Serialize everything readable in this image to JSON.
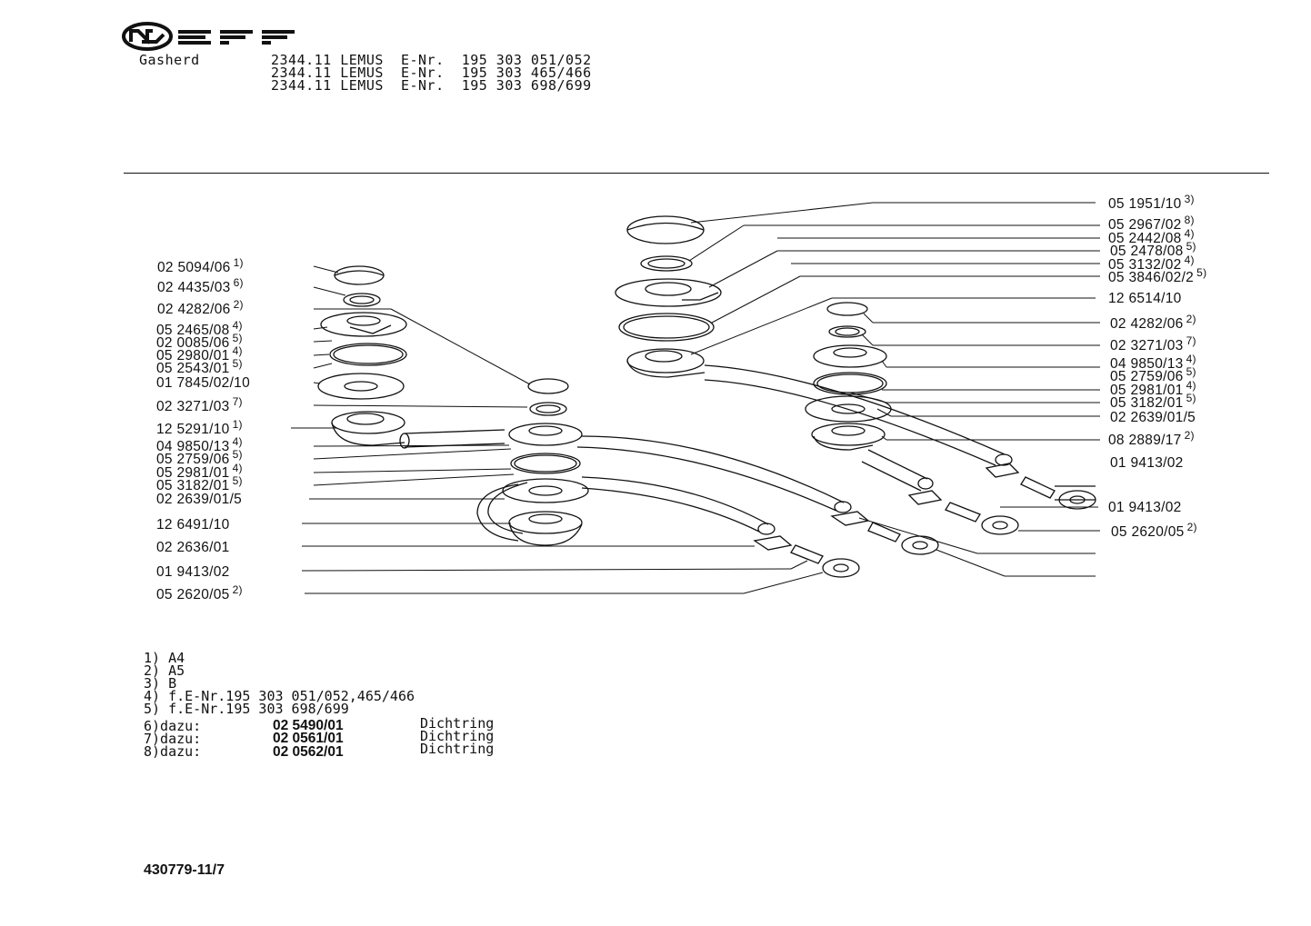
{
  "brand": "NEFF",
  "header": {
    "product_type": "Gasherd",
    "rows": [
      {
        "model": "2344.11",
        "name": "LEMUS",
        "enr_label": "E-Nr.",
        "enr": "195 303 051/052"
      },
      {
        "model": "2344.11",
        "name": "LEMUS",
        "enr_label": "E-Nr.",
        "enr": "195 303 465/466"
      },
      {
        "model": "2344.11",
        "name": "LEMUS",
        "enr_label": "E-Nr.",
        "enr": "195 303 698/699"
      }
    ]
  },
  "left_parts": [
    {
      "num": "02 5094/06",
      "note": "1)"
    },
    {
      "num": "02 4435/03",
      "note": "6)"
    },
    {
      "num": "02 4282/06",
      "note": "2)"
    },
    {
      "num": "05 2465/08",
      "note": "4)"
    },
    {
      "num": "02 0085/06",
      "note": "5)"
    },
    {
      "num": "05 2980/01",
      "note": "4)"
    },
    {
      "num": "05 2543/01",
      "note": "5)"
    },
    {
      "num": "01 7845/02/10",
      "note": ""
    },
    {
      "num": "02 3271/03",
      "note": "7)"
    },
    {
      "num": "12 5291/10",
      "note": "1)"
    },
    {
      "num": "04 9850/13",
      "note": "4)"
    },
    {
      "num": "05 2759/06",
      "note": "5)"
    },
    {
      "num": "05 2981/01",
      "note": "4)"
    },
    {
      "num": "05 3182/01",
      "note": "5)"
    },
    {
      "num": "02 2639/01/5",
      "note": ""
    },
    {
      "num": "12 6491/10",
      "note": ""
    },
    {
      "num": "02 2636/01",
      "note": ""
    },
    {
      "num": "01 9413/02",
      "note": ""
    },
    {
      "num": "05 2620/05",
      "note": "2)"
    }
  ],
  "right_parts": [
    {
      "num": "05 1951/10",
      "note": "3)"
    },
    {
      "num": "05 2967/02",
      "note": "8)"
    },
    {
      "num": "05 2442/08",
      "note": "4)"
    },
    {
      "num": "05 2478/08",
      "note": "5)"
    },
    {
      "num": "05 3132/02",
      "note": "4)"
    },
    {
      "num": "05 3846/02/2",
      "note": "5)"
    },
    {
      "num": "12 6514/10",
      "note": ""
    },
    {
      "num": "02 4282/06",
      "note": "2)"
    },
    {
      "num": "02 3271/03",
      "note": "7)"
    },
    {
      "num": "04 9850/13",
      "note": "4)"
    },
    {
      "num": "05 2759/06",
      "note": "5)"
    },
    {
      "num": "05 2981/01",
      "note": "4)"
    },
    {
      "num": "05 3182/01",
      "note": "5)"
    },
    {
      "num": "02 2639/01/5",
      "note": ""
    },
    {
      "num": "08 2889/17",
      "note": "2)"
    },
    {
      "num": "01 9413/02",
      "note": ""
    },
    {
      "num": "01 9413/02",
      "note": ""
    },
    {
      "num": "05 2620/05",
      "note": "2)"
    }
  ],
  "footnotes": [
    {
      "key": "1)",
      "text": "A4"
    },
    {
      "key": "2)",
      "text": "A5"
    },
    {
      "key": "3)",
      "text": "B"
    },
    {
      "key": "4)",
      "text": "f.E-Nr.195 303 051/052,465/466"
    },
    {
      "key": "5)",
      "text": "f.E-Nr.195 303 698/699"
    }
  ],
  "accessories": [
    {
      "key": "6)dazu:",
      "num": "02 5490/01",
      "text": "Dichtring"
    },
    {
      "key": "7)dazu:",
      "num": "02 0561/01",
      "text": "Dichtring"
    },
    {
      "key": "8)dazu:",
      "num": "02 0562/01",
      "text": "Dichtring"
    }
  ],
  "doc_id": "430779-11/7"
}
